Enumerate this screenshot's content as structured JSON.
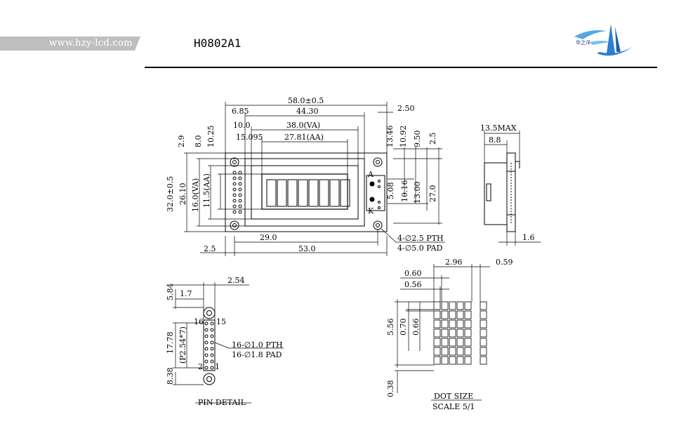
{
  "header": {
    "website": "www.hzy-lcd.com",
    "model": "H0802A1",
    "logo_subtitle": "华之洋"
  },
  "front_view": {
    "overall_width": "58.0±0.5",
    "bezel_width": "44.30",
    "va_width": "38.0(VA)",
    "aa_width": "27.81(AA)",
    "left_to_bezel": "6.85",
    "left_to_va": "10.0",
    "left_to_aa": "15.095",
    "right_offset": "2.50",
    "top_to_hole_row": "2.9",
    "top_to_va": "8.0",
    "top_to_aa": "10.25",
    "overall_height": "32.0±0.5",
    "bezel_height": "26.10",
    "va_height": "16.0(VA)",
    "aa_height": "11.5(AA)",
    "right_13_46": "13.46",
    "right_10_92": "10.92",
    "right_9_50": "9.50",
    "right_2_5": "2.5",
    "led_5_08": "5.08",
    "led_10_16": "10.16",
    "led_13_00": "13.00",
    "led_27_0": "27.0",
    "anode_label": "A",
    "cathode_label": "K",
    "bottom_29_0": "29.0",
    "bottom_53_0": "53.0",
    "bottom_2_5": "2.5",
    "mount_pth": "4-∅2.5 PTH",
    "mount_pad": "4-∅5.0 PAD"
  },
  "side_view": {
    "max_thickness": "13.5MAX",
    "depth_8_8": "8.8",
    "pcb_1_6": "1.6"
  },
  "pin_detail": {
    "title": "PIN DETAIL",
    "dim_2_54": "2.54",
    "dim_1_7": "1.7",
    "dim_5_84": "5.84",
    "dim_17_78": "17.78",
    "pitch": "(P2.54*7)",
    "dim_8_38": "8.38",
    "pin_16": "16",
    "pin_15": "15",
    "pin_2": "2",
    "pin_1": "1",
    "pth": "16-∅1.0 PTH",
    "pad": "16-∅1.8 PAD"
  },
  "dot_size": {
    "title": "DOT SIZE",
    "scale": "SCALE 5/1",
    "char_width": "2.96",
    "char_gap": "0.59",
    "dot_pitch_w": "0.60",
    "dot_w": "0.56",
    "char_height": "5.56",
    "dot_pitch_h": "0.70",
    "dot_h": "0.66",
    "cursor_gap": "0.38"
  }
}
